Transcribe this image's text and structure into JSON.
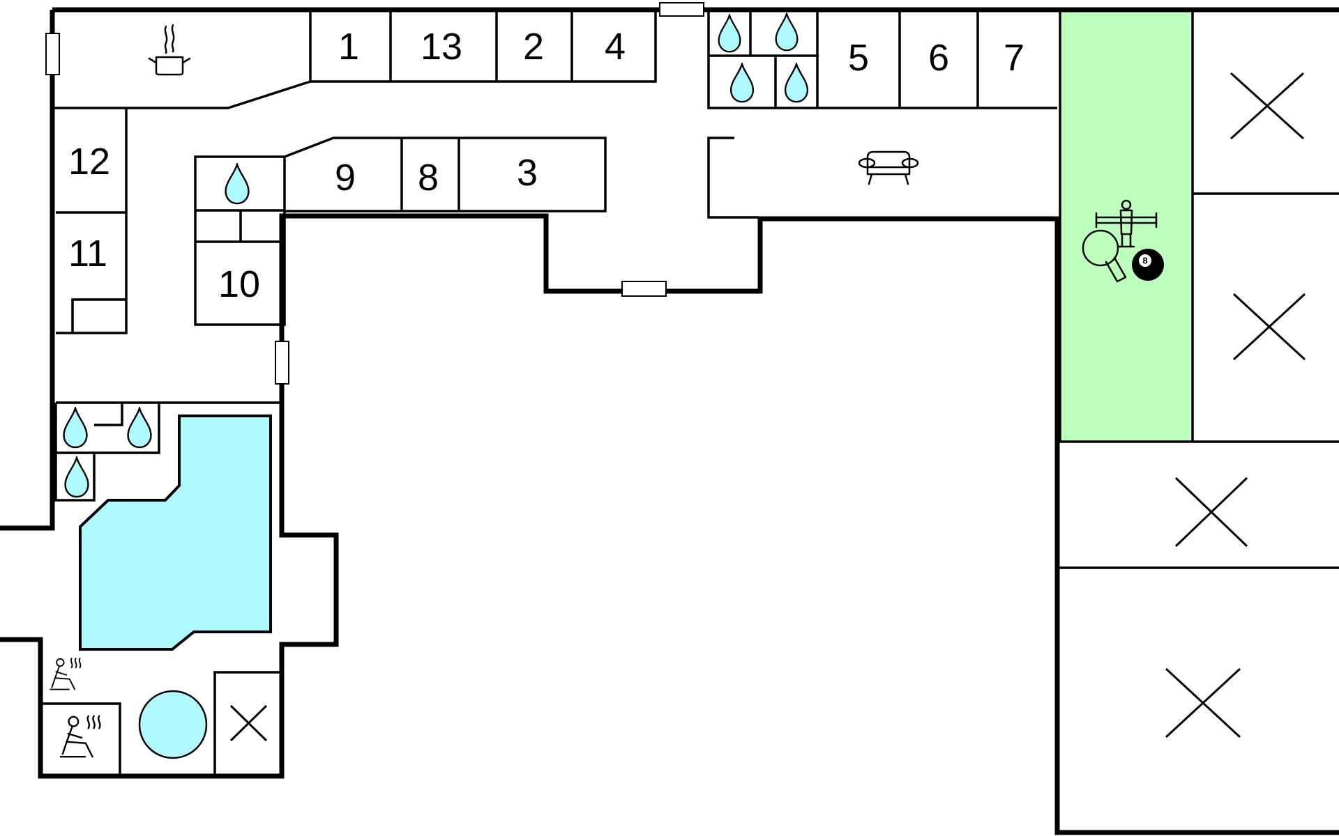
{
  "colors": {
    "wall": "#000000",
    "water": "#aefaff",
    "game_room": "#bdffbd",
    "background": "#ffffff"
  },
  "rooms": {
    "r1": "1",
    "r2": "2",
    "r3": "3",
    "r4": "4",
    "r5": "5",
    "r6": "6",
    "r7": "7",
    "r8": "8",
    "r9": "9",
    "r10": "10",
    "r11": "11",
    "r12": "12",
    "r13": "13"
  },
  "billiard_ball_number": "8",
  "icons": [
    "cooking-pot-icon",
    "water-drop-icon",
    "sofa-icon",
    "table-football-icon",
    "table-tennis-icon",
    "billiard-ball-icon",
    "sauna-icon",
    "hot-tub-icon",
    "cross-mark-icon",
    "window-icon"
  ]
}
